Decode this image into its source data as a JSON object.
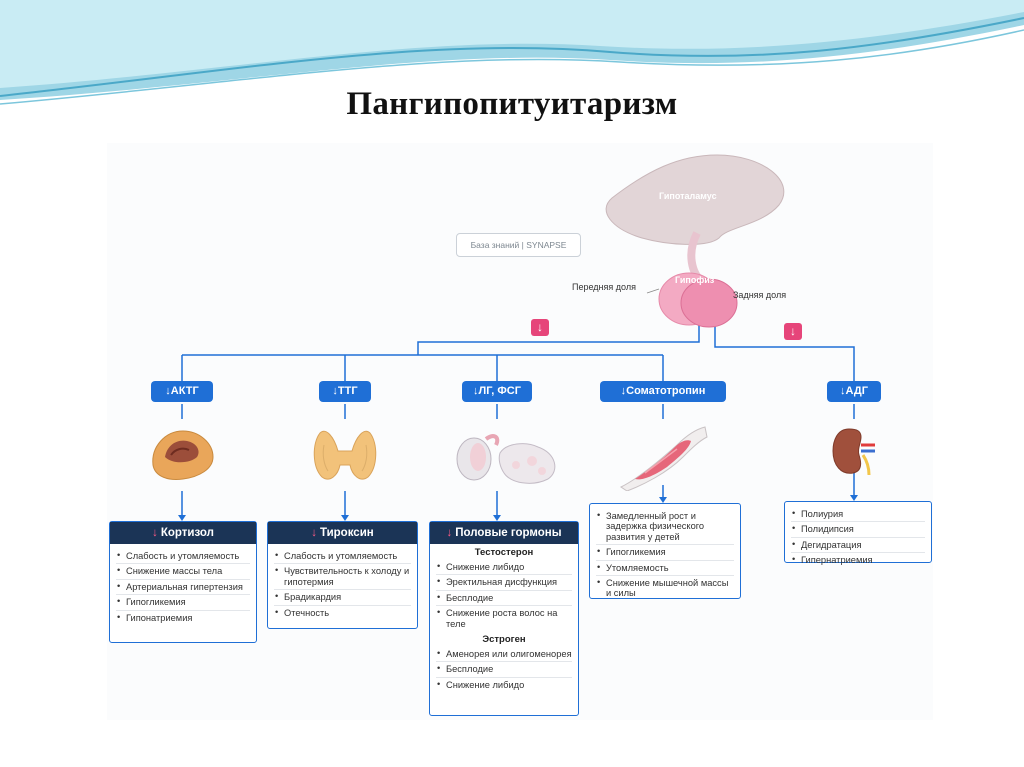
{
  "slide": {
    "title": "Пангипопитуитаризм"
  },
  "diagram": {
    "hypothalamus": "Гипоталамус",
    "pituitary": "Гипофиз",
    "anterior_lobe": "Передняя доля",
    "posterior_lobe": "Задняя доля",
    "watermark": "База знаний | SYNAPSE",
    "down_arrow": "↓",
    "hormones": [
      {
        "label": "↓АКТГ"
      },
      {
        "label": "↓ТТГ"
      },
      {
        "label": "↓ЛГ, ФСГ"
      },
      {
        "label": "↓Соматотропин"
      },
      {
        "label": "↓АДГ"
      }
    ],
    "organs": [
      {
        "icon": "adrenal-gland-icon"
      },
      {
        "icon": "thyroid-gland-icon"
      },
      {
        "icon": "gonads-icon"
      },
      {
        "icon": "arm-muscle-icon"
      },
      {
        "icon": "kidney-icon"
      }
    ],
    "boxes": [
      {
        "title": "Кортизол",
        "items": [
          "Слабость и утомляемость",
          "Снижение массы тела",
          "Артериальная гипертензия",
          "Гипогликемия",
          "Гипонатриемия"
        ]
      },
      {
        "title": "Тироксин",
        "items": [
          "Слабость и утомляемость",
          "Чувствительность к холоду и гипотермия",
          "Брадикардия",
          "Отечность"
        ]
      },
      {
        "title": "Половые гормоны",
        "sub1": "Тестостерон",
        "items1": [
          "Снижение либидо",
          "Эректильная дисфункция",
          "Бесплодие",
          "Снижение роста волос на теле"
        ],
        "sub2": "Эстроген",
        "items2": [
          "Аменорея или олигоменорея",
          "Бесплодие",
          "Снижение либидо"
        ]
      },
      {
        "items": [
          "Замедленный рост и задержка физического развития у детей",
          "Гипогликемия",
          "Утомляемость",
          "Снижение мышечной массы и силы"
        ]
      },
      {
        "items": [
          "Полиурия",
          "Полидипсия",
          "Дегидратация",
          "Гипернатриемия"
        ]
      }
    ]
  },
  "colors": {
    "accent": "#1f6fd6",
    "header": "#1b3456",
    "alert": "#e6457a"
  }
}
